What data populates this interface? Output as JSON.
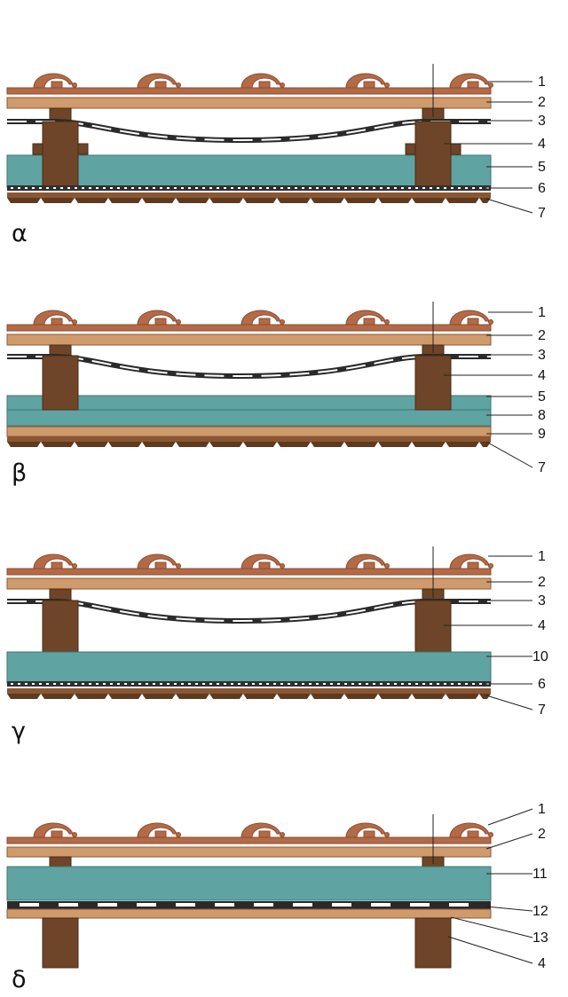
{
  "colors": {
    "tile": "#b36a47",
    "tile_dark": "#8c4c30",
    "batten": "#cf9b6c",
    "batten_edge": "#8f5a34",
    "rafter": "#6e4528",
    "rafter_edge": "#4a2c16",
    "insulation": "#5fa4a2",
    "insulation_edge": "#3c7676",
    "membrane": "#2a2a2a",
    "vapour": "#303030",
    "ceiling": "#8a5732",
    "ceiling_dark": "#5e3a1e",
    "leader": "#222222"
  },
  "panels": [
    {
      "id": "a",
      "letter": "α",
      "labels": [
        "1",
        "2",
        "3",
        "4",
        "5",
        "6",
        "7"
      ]
    },
    {
      "id": "b",
      "letter": "β",
      "labels": [
        "1",
        "2",
        "3",
        "4",
        "5",
        "8",
        "9",
        "7"
      ]
    },
    {
      "id": "c",
      "letter": "γ",
      "labels": [
        "1",
        "2",
        "3",
        "4",
        "10",
        "6",
        "7"
      ]
    },
    {
      "id": "d",
      "letter": "δ",
      "labels": [
        "1",
        "2",
        "11",
        "12",
        "13",
        "4"
      ]
    }
  ]
}
